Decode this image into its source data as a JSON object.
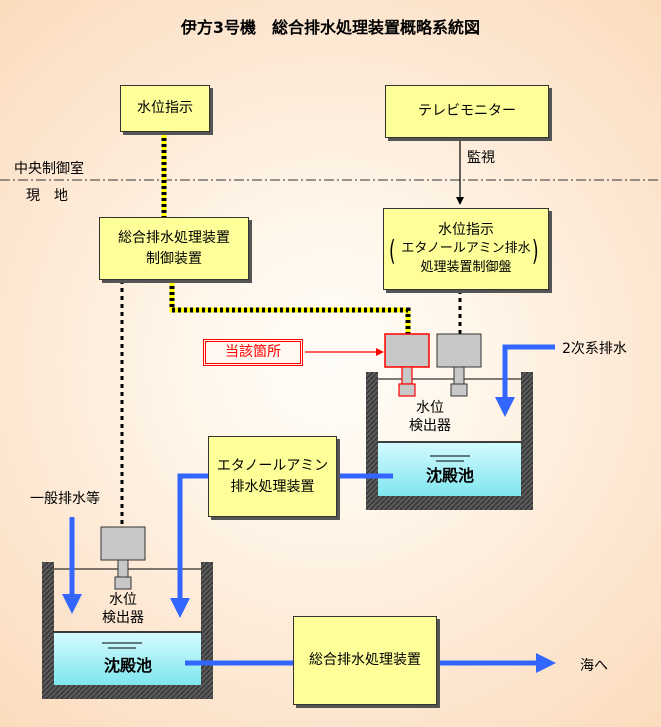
{
  "title": "伊方3号機　総合排水処理装置概略系統図",
  "room_labels": {
    "central_control": "中央制御室",
    "site": "現　地"
  },
  "boxes": {
    "water_level_indicator_top": "水位指示",
    "tv_monitor": "テレビモニター",
    "control_device": {
      "line1": "総合排水処理装置",
      "line2": "制御装置"
    },
    "panel": {
      "line1": "水位指示",
      "line2": "エタノールアミン排水",
      "line3": "処理装置制御盤",
      "paren_open": "(",
      "paren_close": ")"
    },
    "ethanolamine_device": {
      "line1": "エタノールアミン",
      "line2": "排水処理装置"
    },
    "total_device_bottom": "総合排水処理装置"
  },
  "labels": {
    "monitoring": "監視",
    "relevant_location": "当該箇所",
    "secondary_drain": "2次系排水",
    "general_drain": "一般排水等",
    "detector_right": {
      "line1": "水位",
      "line2": "検出器"
    },
    "detector_left": {
      "line1": "水位",
      "line2": "検出器"
    },
    "pit_right": "沈殿池",
    "pit_left": "沈殿池",
    "to_sea": "海へ"
  },
  "colors": {
    "box_fill": "#ffff99",
    "flow_blue": "#3366ff",
    "highlight_red": "#ff0000",
    "water_cyan": "#b8f2f6",
    "pit_wall": "#555555",
    "signal_yellow": "#ffff00"
  }
}
